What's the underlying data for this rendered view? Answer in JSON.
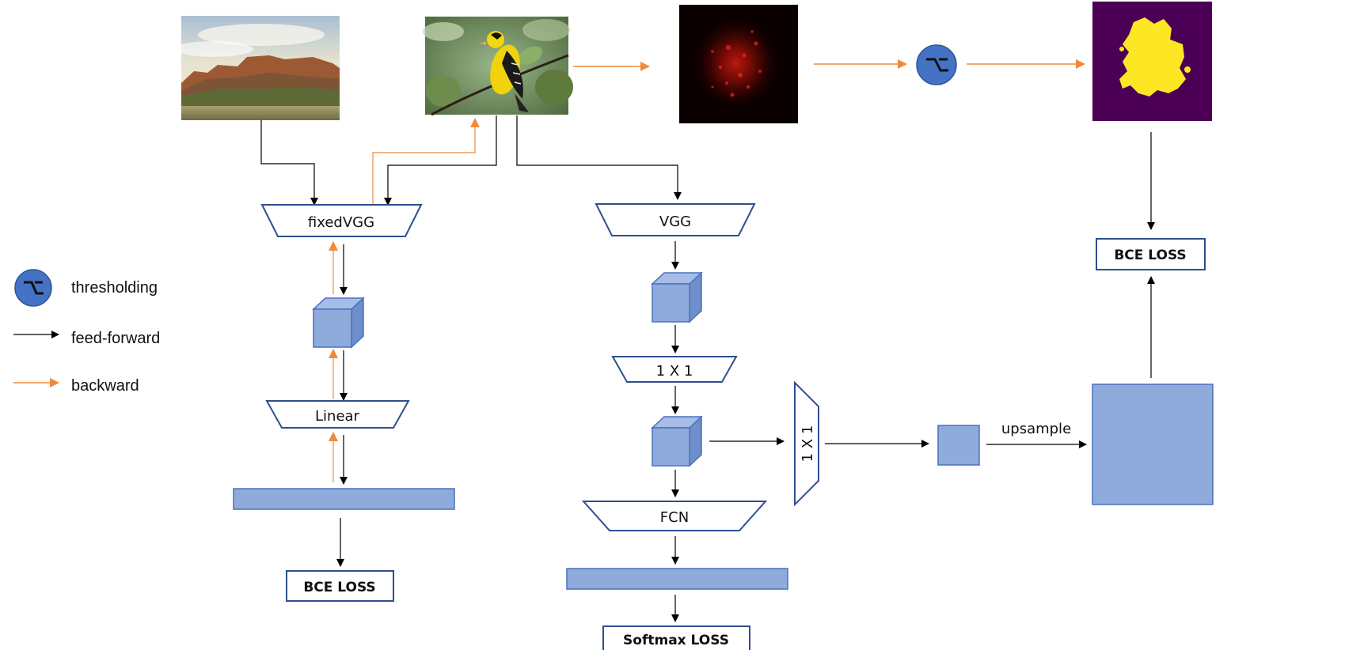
{
  "legend": {
    "thresholding": "thresholding",
    "feed_forward": "feed-forward",
    "backward": "backward"
  },
  "blocks": {
    "fixed_vgg": "fixedVGG",
    "linear": "Linear",
    "vgg": "VGG",
    "conv1x1_a": "1 X 1",
    "fcn": "FCN",
    "conv1x1_b": "1 X 1"
  },
  "losses": {
    "bce_left": "BCE LOSS",
    "softmax": "Softmax LOSS",
    "bce_right": "BCE LOSS"
  },
  "annotations": {
    "upsample": "upsample"
  },
  "colors": {
    "block_fill": "#8fabdc",
    "block_stroke": "#4a70bf",
    "trap_stroke": "#2f4f8f",
    "forward_arrow": "#000000",
    "backward_arrow": "#ef8a3c",
    "threshold_fill": "#4472c4",
    "mask_bg": "#4b0055",
    "mask_fg": "#fde725",
    "saliency_bg": "#0a0000"
  },
  "icons": {
    "threshold": "threshold-step-icon"
  }
}
